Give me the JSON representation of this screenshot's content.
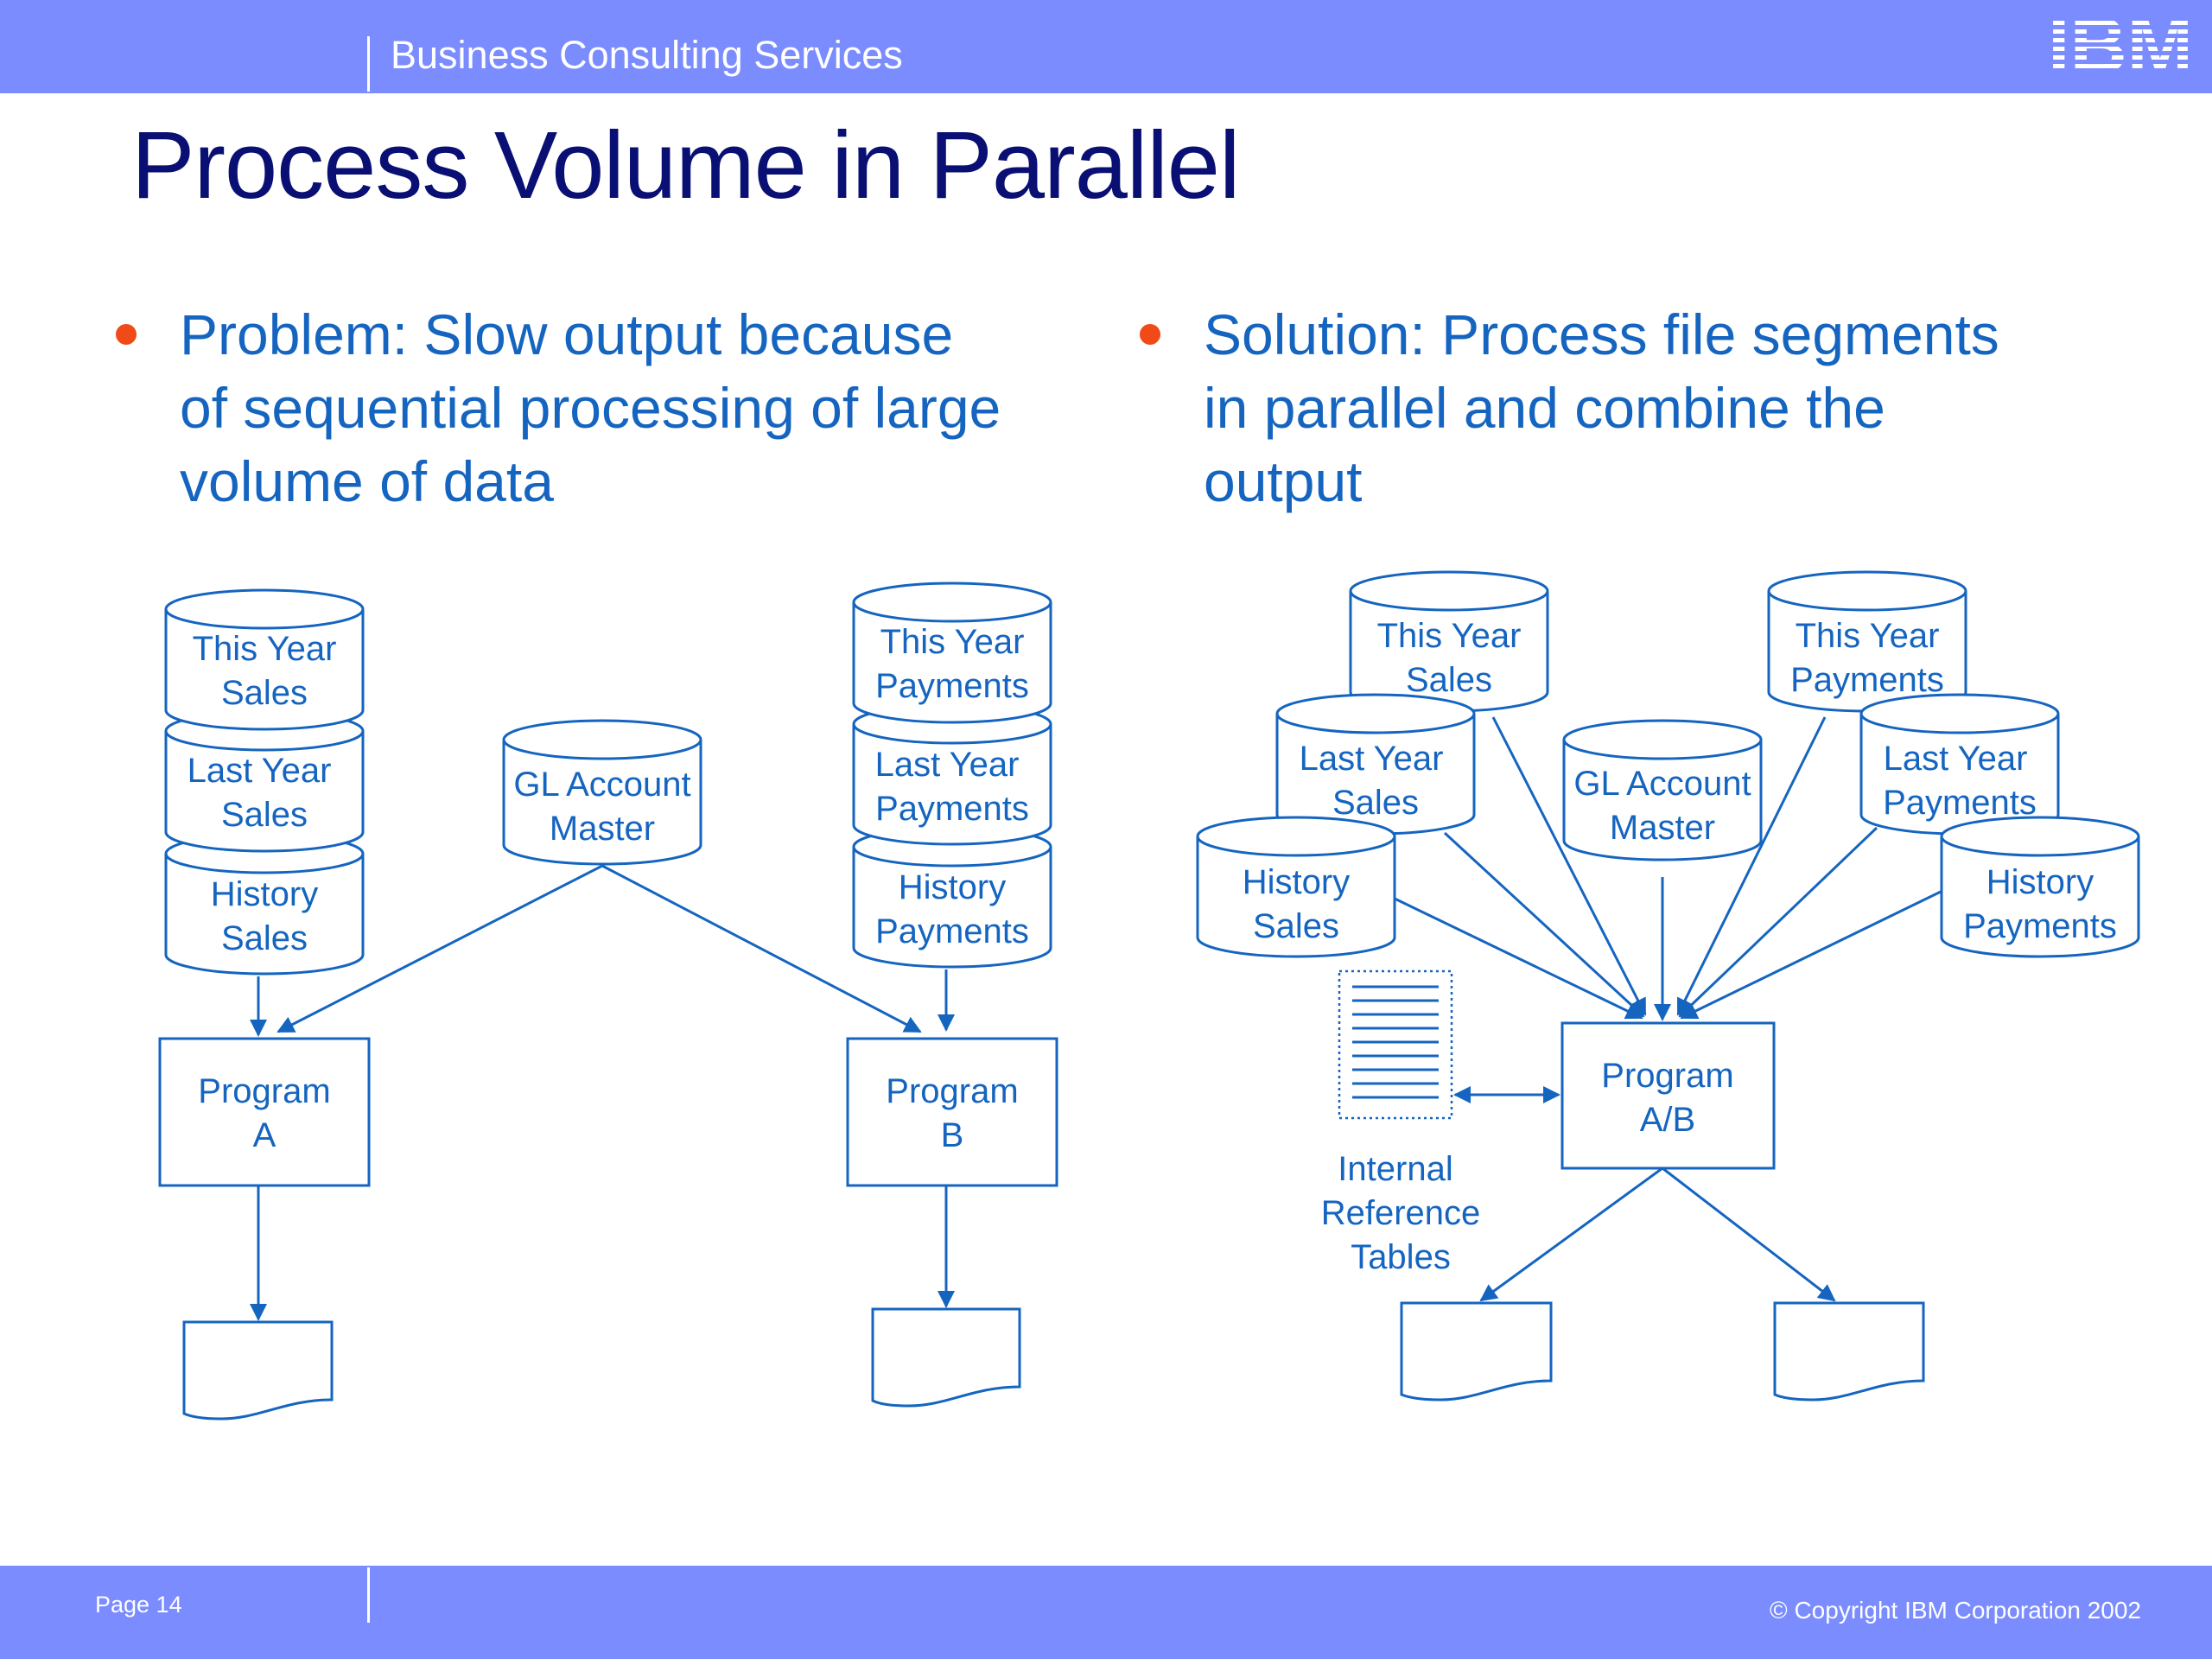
{
  "header": {
    "section": "Business Consulting Services",
    "logo": "IBM"
  },
  "title": "Process Volume in Parallel",
  "bullets": {
    "problem": {
      "lines": [
        "Problem:  Slow output because",
        "of sequential processing of large",
        "volume of data"
      ]
    },
    "solution": {
      "lines": [
        "Solution:  Process file segments",
        "in parallel and combine the",
        "output"
      ]
    }
  },
  "diagram": {
    "left_db": {
      "this_year_sales": [
        "This Year",
        "Sales"
      ],
      "last_year_sales": [
        "Last Year",
        "Sales"
      ],
      "history_sales": [
        "History",
        "Sales"
      ],
      "gl_account_master": [
        "GL Account",
        "Master"
      ],
      "this_year_payments": [
        "This Year",
        "Payments"
      ],
      "last_year_payments": [
        "Last Year",
        "Payments"
      ],
      "history_payments": [
        "History",
        "Payments"
      ]
    },
    "program_a": [
      "Program",
      "A"
    ],
    "program_b": [
      "Program",
      "B"
    ],
    "right_db": {
      "this_year_sales": [
        "This Year",
        "Sales"
      ],
      "last_year_sales": [
        "Last Year",
        "Sales"
      ],
      "history_sales": [
        "History",
        "Sales"
      ],
      "gl_account_master": [
        "GL Account",
        "Master"
      ],
      "this_year_payments": [
        "This Year",
        "Payments"
      ],
      "last_year_payments": [
        "Last Year",
        "Payments"
      ],
      "history_payments": [
        "History",
        "Payments"
      ]
    },
    "program_ab": [
      "Program",
      "A/B"
    ],
    "internal_reference": [
      "Internal",
      "Reference",
      "Tables"
    ]
  },
  "footer": {
    "page": "Page 14",
    "copyright": "© Copyright IBM Corporation 2002"
  },
  "colors": {
    "bar": "#7b8cff",
    "title": "#0a0f73",
    "diagram": "#1565c0",
    "bullet_dot": "#f04a18"
  }
}
